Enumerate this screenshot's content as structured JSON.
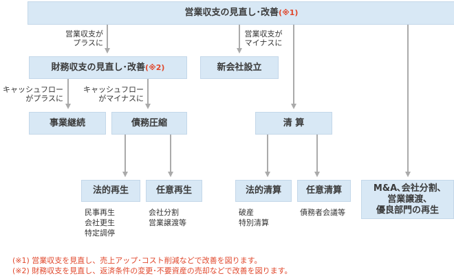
{
  "top": {
    "title": "営業収支の見直し･改善",
    "note": "(※1)"
  },
  "labels": {
    "op_plus": [
      "営業収支が",
      "プラスに"
    ],
    "op_minus": [
      "営業収支が",
      "マイナスに"
    ],
    "cf_plus": [
      "キャッシュフロー",
      "がプラスに"
    ],
    "cf_minus": [
      "キャッシュフロー",
      "がマイナスに"
    ]
  },
  "boxes": {
    "financial": {
      "title": "財務収支の見直し･改善",
      "note": "(※2)"
    },
    "new_company": "新会社設立",
    "continue": "事業継続",
    "debt": "債務圧縮",
    "liquidation": "清 算",
    "legal_rehab": "法的再生",
    "voluntary_rehab": "任意再生",
    "legal_liq": "法的清算",
    "voluntary_liq": "任意清算",
    "ma": [
      "M&A､会社分割､",
      "営業譲渡､",
      "優良部門の再生"
    ]
  },
  "subs": {
    "legal_rehab": [
      "民事再生",
      "会社更生",
      "特定調停"
    ],
    "voluntary_rehab": [
      "会社分割",
      "営業譲渡等"
    ],
    "legal_liq": [
      "破産",
      "特別清算"
    ],
    "voluntary_liq": [
      "債務者会議等"
    ]
  },
  "footnotes": [
    "(※1) 営業収支を見直し、売上アップ･コスト削減などで改善を図ります。",
    "(※2) 財務収支を見直し、返済条件の変更･不要資産の売却などで改善を図ります。"
  ],
  "colors": {
    "box_fill": "#d8e8f5",
    "line": "#aaaaaa",
    "note": "#e0472b"
  }
}
